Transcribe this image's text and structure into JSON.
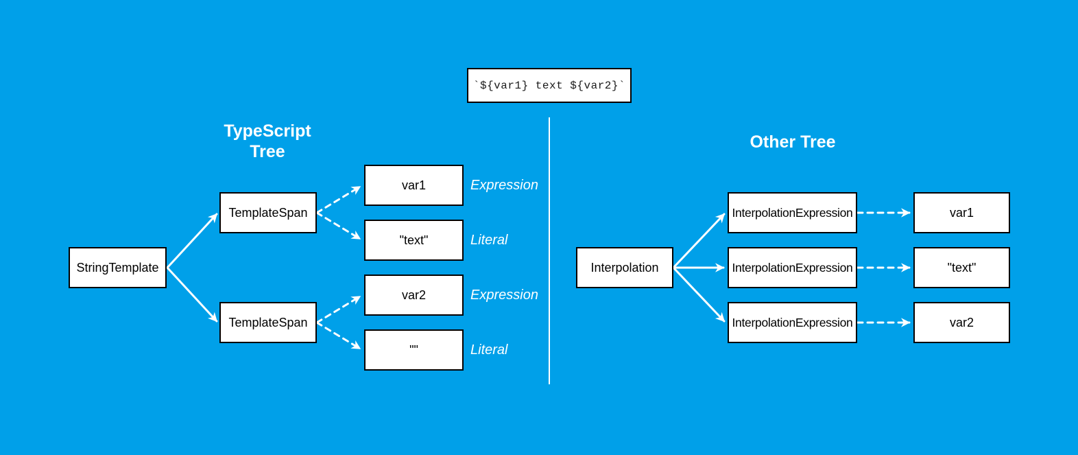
{
  "colors": {
    "background": "#00A0E9",
    "node_fill": "#ffffff",
    "node_border": "#000000",
    "node_text": "#000000",
    "arrow": "#ffffff",
    "title_text": "#ffffff"
  },
  "code_box": {
    "text": "`${var1} text ${var2}`"
  },
  "left_tree": {
    "title_line1": "TypeScript",
    "title_line2": "Tree",
    "root": {
      "label": "StringTemplate"
    },
    "spans": [
      {
        "label": "TemplateSpan"
      },
      {
        "label": "TemplateSpan"
      }
    ],
    "leaves": [
      {
        "label": "var1",
        "type": "Expression"
      },
      {
        "label": "\"text\"",
        "type": "Literal"
      },
      {
        "label": "var2",
        "type": "Expression"
      },
      {
        "label": "\"\"",
        "type": "Literal"
      }
    ]
  },
  "right_tree": {
    "title": "Other Tree",
    "root": {
      "label": "Interpolation"
    },
    "expressions": [
      {
        "label": "InterpolationExpression"
      },
      {
        "label": "InterpolationExpression"
      },
      {
        "label": "InterpolationExpression"
      }
    ],
    "leaves": [
      {
        "label": "var1"
      },
      {
        "label": "\"text\""
      },
      {
        "label": "var2"
      }
    ]
  }
}
